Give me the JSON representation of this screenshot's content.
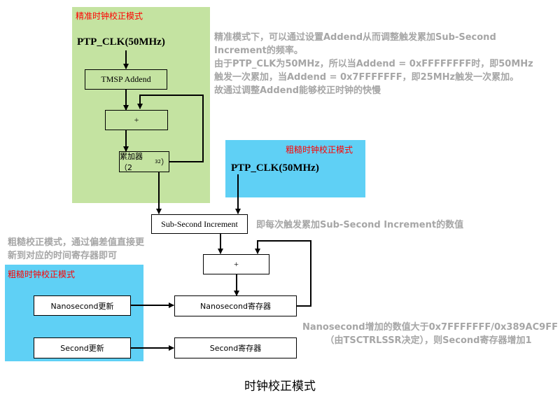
{
  "panels": {
    "precise": {
      "title": "精准时钟校正模式",
      "clock": "PTP_CLK(50MHz)"
    },
    "coarse_top": {
      "title": "粗糙时钟校正模式",
      "clock": "PTP_CLK(50MHz)"
    },
    "coarse_left": {
      "title": "粗糙时钟校正模式"
    }
  },
  "boxes": {
    "tmsp_addend": "TMSP Addend",
    "adder_top": "+",
    "accumulator": "累加器（2",
    "accumulator_sup": "32",
    "accumulator_close": "）",
    "sub_second_increment": "Sub-Second Increment",
    "adder_mid": "+",
    "nanosecond_update": "Nanosecond更新",
    "nanosecond_register": "Nanosecond寄存器",
    "second_update": "Second更新",
    "second_register": "Second寄存器"
  },
  "notes": {
    "precise_mode": [
      "精准模式下，可以通过设置Addend从而调整触发累加Sub-Second",
      "Increment的频率。",
      "由于PTP_CLK为50MHz，所以当Addend = 0xFFFFFFFF时，即50MHz",
      "触发一次累加，当Addend = 0x7FFFFFFF，即25MHz触发一次累加。",
      "故通过调整Addend能够校正时钟的快慢"
    ],
    "increment": "即每次触发累加Sub-Second Increment的数值",
    "coarse_mode": [
      "粗糙校正模式，通过偏差值直接更",
      "新到对应的时间寄存器即可"
    ],
    "overflow": [
      "Nanosecond增加的数值大于0x7FFFFFFF/0x389AC9FF",
      "（由TSCTRLSSR决定），则Second寄存器增加1"
    ]
  },
  "caption": "时钟校正模式",
  "colors": {
    "green_panel": "#c4e3a1",
    "blue_panel": "#5fd0f5",
    "title_red": "#ff0000",
    "note_gray": "#a6a6a6"
  }
}
